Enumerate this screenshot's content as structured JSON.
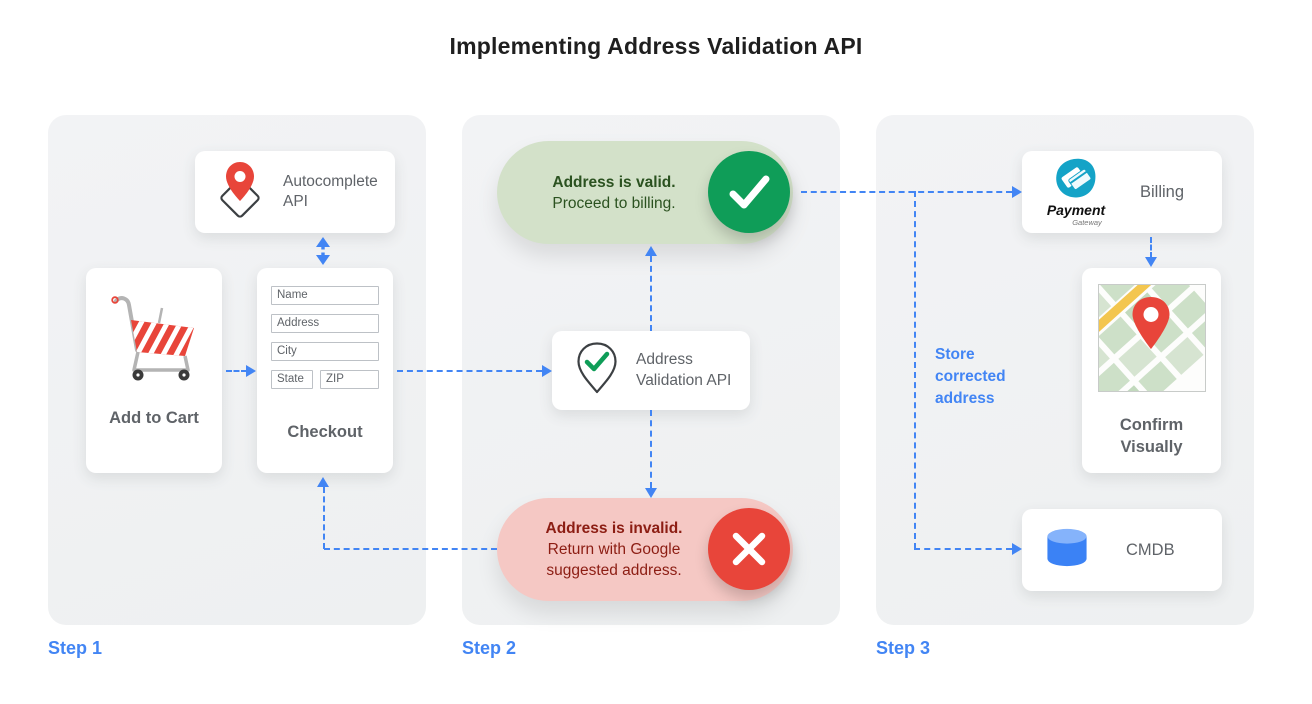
{
  "title": "Implementing Address Validation API",
  "colors": {
    "accent_blue": "#4285f4",
    "google_green": "#0f9d58",
    "google_red": "#e8453a",
    "teal_logo": "#14a3c7",
    "pill_green_bg": "#d3e1c9",
    "pill_green_text": "#2b5220",
    "pill_red_bg": "#f5c8c4",
    "pill_red_text": "#8c1d13",
    "panel_bg": "#f0f1f3",
    "text_gray": "#5f6368"
  },
  "steps": [
    {
      "label": "Step 1"
    },
    {
      "label": "Step 2"
    },
    {
      "label": "Step 3"
    }
  ],
  "step1": {
    "autocomplete_card": {
      "label": "Autocomplete API",
      "icon": "map-pin-diamond-icon"
    },
    "cart_card": {
      "label": "Add to Cart",
      "icon": "shopping-cart-icon"
    },
    "checkout_card": {
      "label": "Checkout",
      "fields": {
        "name": "Name",
        "address": "Address",
        "city": "City",
        "state": "State",
        "zip": "ZIP"
      }
    }
  },
  "step2": {
    "valid_pill": {
      "title": "Address is valid.",
      "subtitle": "Proceed to billing.",
      "icon": "check-circle-icon"
    },
    "validation_card": {
      "label": "Address Validation API",
      "icon": "pin-check-icon"
    },
    "invalid_pill": {
      "title": "Address is invalid.",
      "subtitle": "Return with Google suggested address.",
      "icon": "x-circle-icon"
    }
  },
  "step3": {
    "billing_card": {
      "label": "Billing",
      "logo_title": "Payment",
      "logo_subtitle": "Gateway",
      "icon": "payment-gateway-icon"
    },
    "confirm_card": {
      "label": "Confirm Visually",
      "icon": "map-thumbnail"
    },
    "cmdb_card": {
      "label": "CMDB",
      "icon": "database-icon"
    },
    "store_note": "Store corrected address"
  }
}
